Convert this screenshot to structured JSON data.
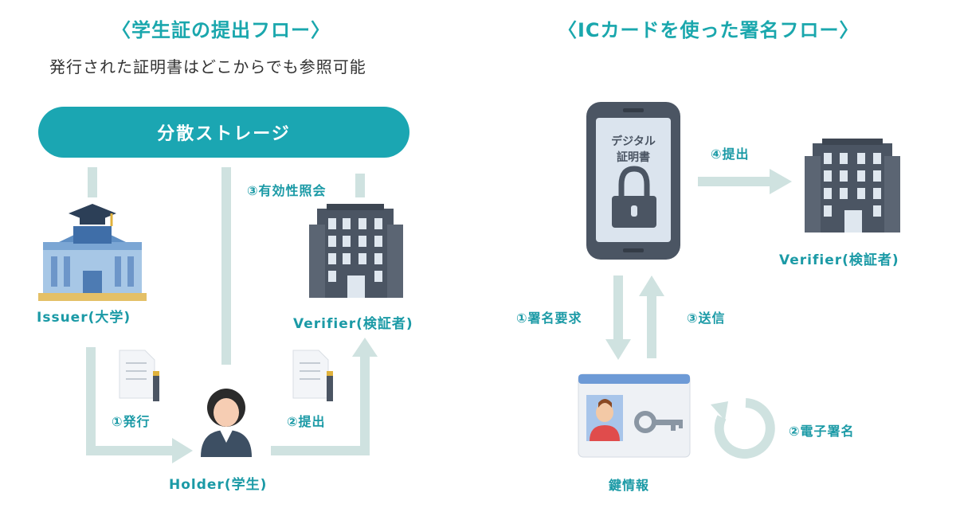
{
  "left": {
    "title": "〈学生証の提出フロー〉",
    "subtitle": "発行された証明書はどこからでも参照可能",
    "storage_label": "分散ストレージ",
    "issuer_label": "Issuer(大学)",
    "holder_label": "Holder(学生)",
    "verifier_label": "Verifier(検証者)",
    "step_issue": "①発行",
    "step_submit": "②提出",
    "step_verify": "③有効性照会"
  },
  "right": {
    "title": "〈ICカードを使った署名フロー〉",
    "phone_text_line1": "デジタル",
    "phone_text_line2": "証明書",
    "verifier_label": "Verifier(検証者)",
    "step_sign_request": "①署名要求",
    "step_e_sign": "②電子署名",
    "step_send": "③送信",
    "step_submit": "④提出",
    "key_info_label": "鍵情報"
  },
  "colors": {
    "teal": "#1ba6b2",
    "teal_text": "#1b9aa6",
    "arrow": "#cfe2e0",
    "building": "#4b5563"
  }
}
